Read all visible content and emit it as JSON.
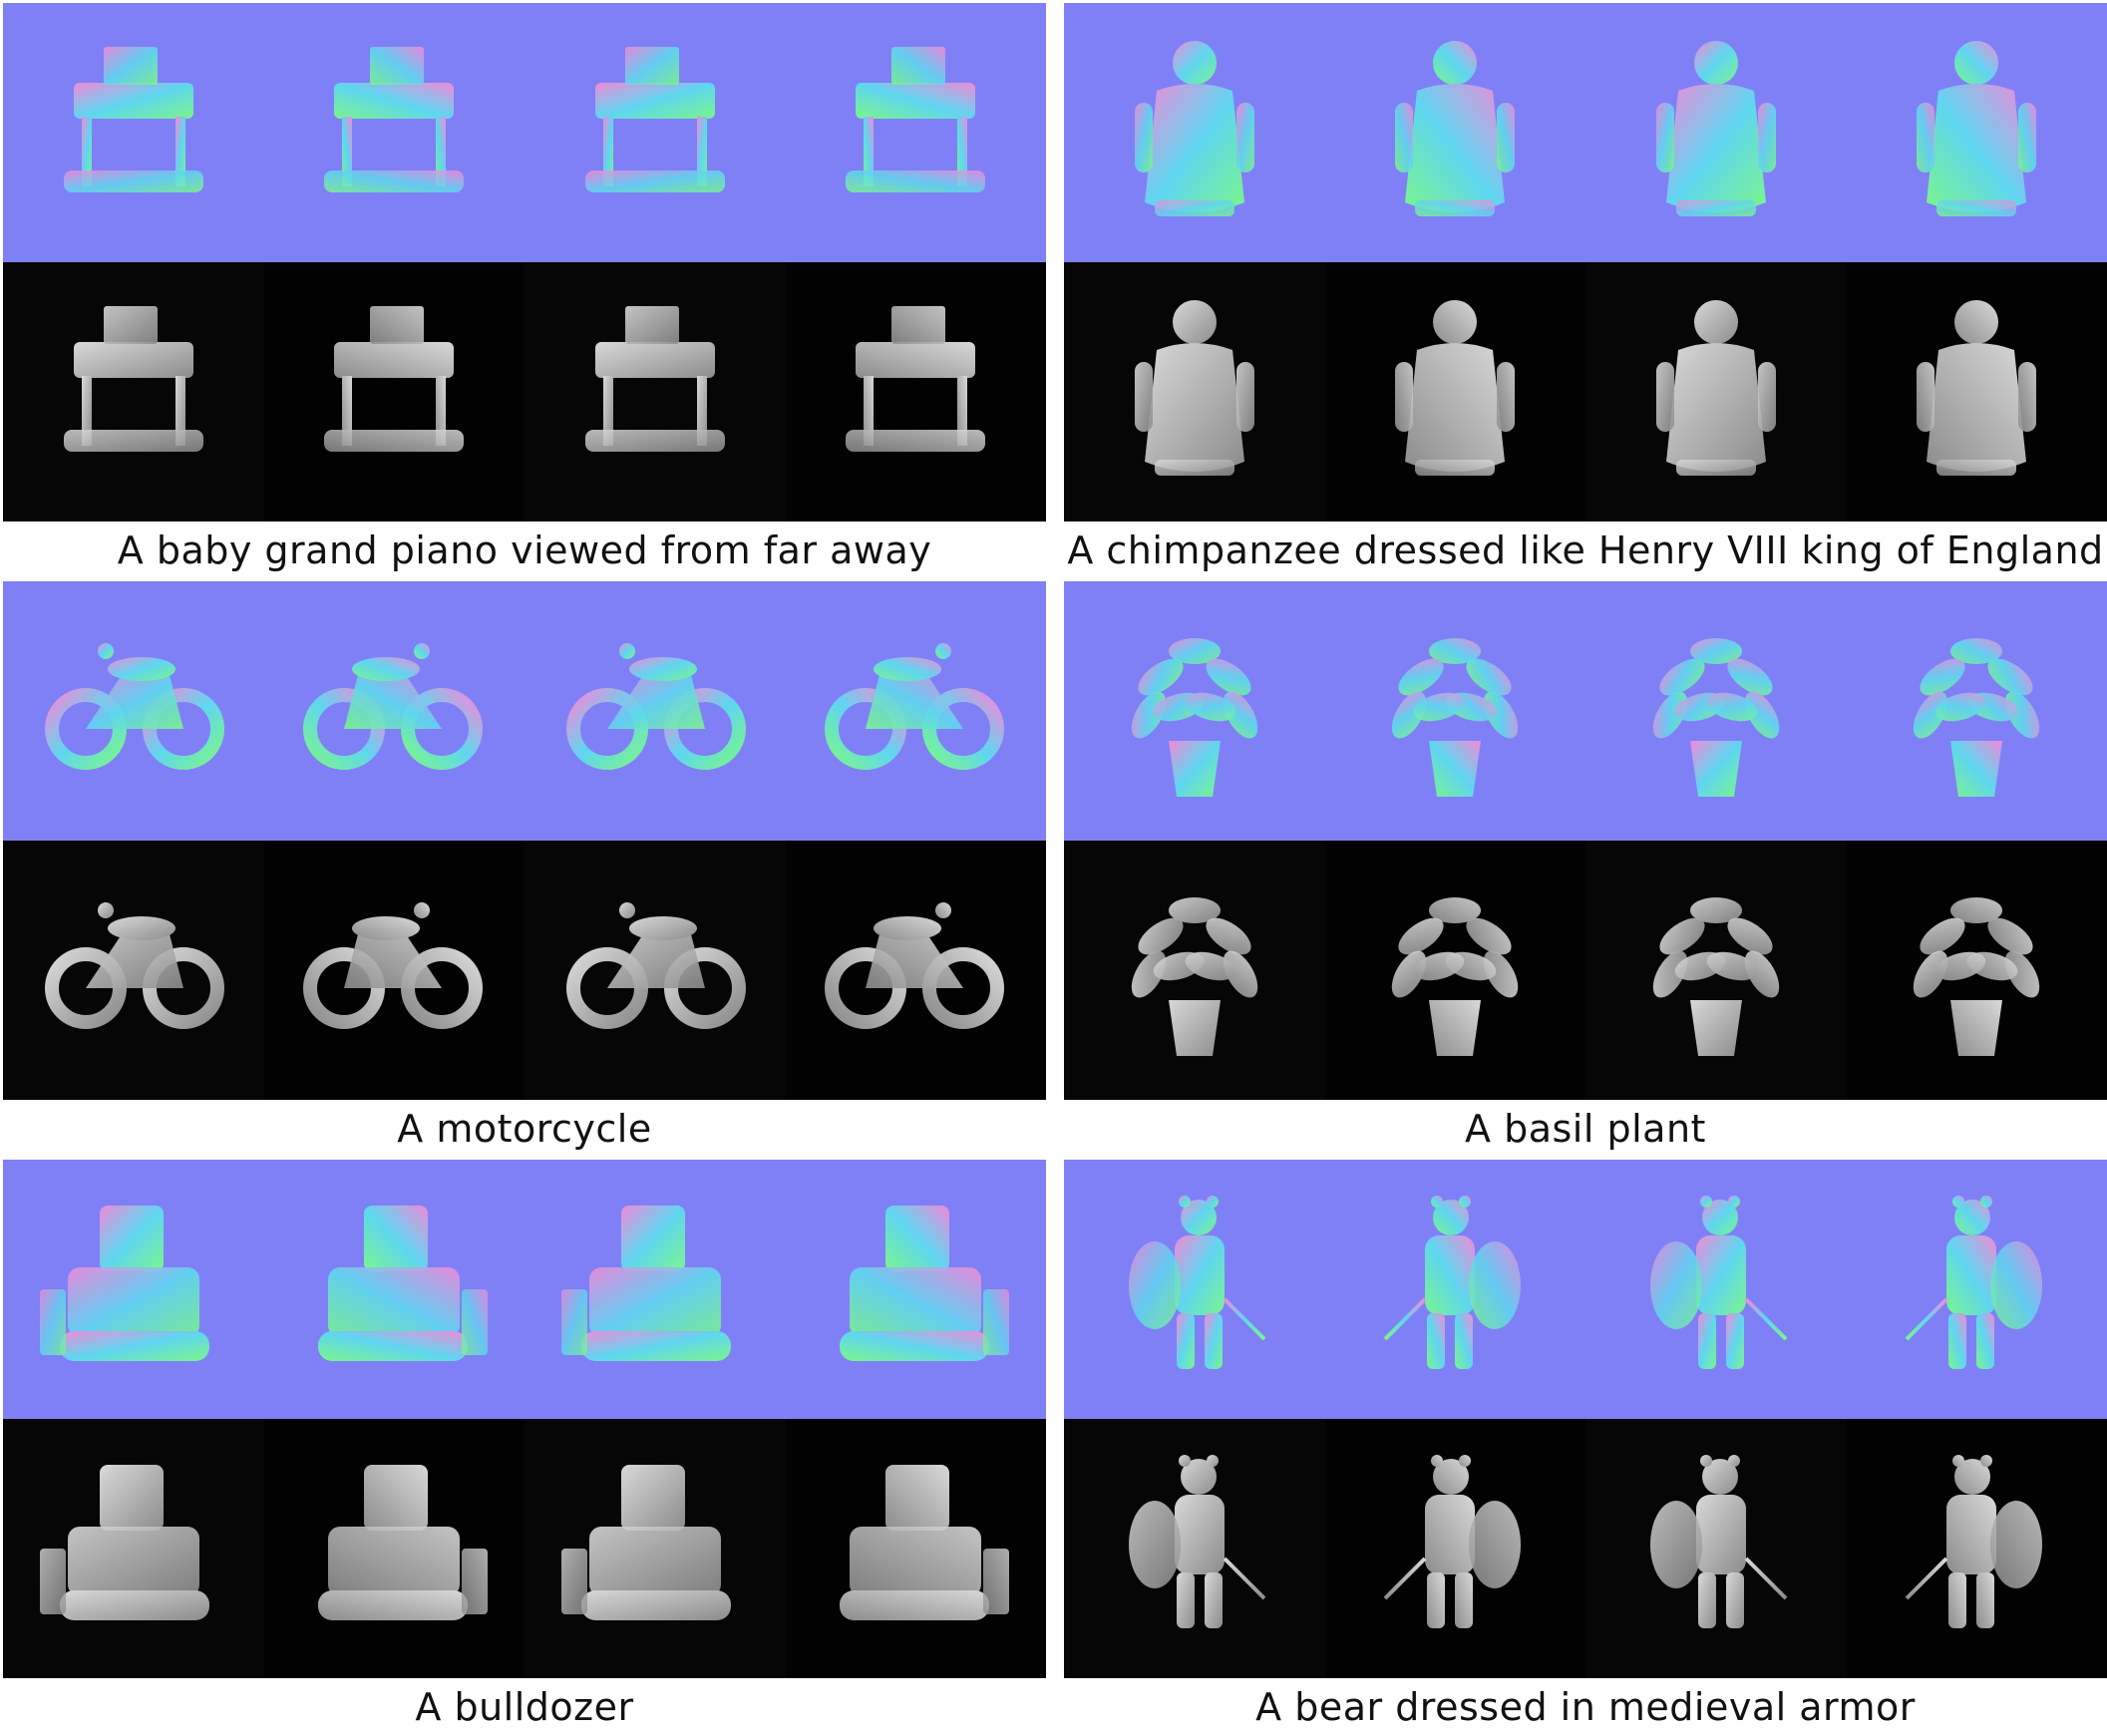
{
  "figure": {
    "panels": [
      {
        "id": "piano",
        "caption": "A baby grand piano viewed from far away",
        "shape": "piano"
      },
      {
        "id": "chimp",
        "caption": "A chimpanzee dressed like Henry VIII king of England",
        "shape": "chimp"
      },
      {
        "id": "motorcycle",
        "caption": "A motorcycle",
        "shape": "motorcycle"
      },
      {
        "id": "basil",
        "caption": "A basil plant",
        "shape": "plant"
      },
      {
        "id": "bulldozer",
        "caption": "A bulldozer",
        "shape": "bulldozer"
      },
      {
        "id": "bear",
        "caption": "A bear dressed in medieval armor",
        "shape": "bear"
      }
    ],
    "views_per_panel": 4,
    "colors": {
      "normal_background": "#8080f6",
      "depth_background": "#050505",
      "normal_pink": "#f08ad8",
      "normal_green": "#7af58a",
      "normal_cyan": "#5fd6f0",
      "depth_gray": "#b9b9b9"
    }
  }
}
